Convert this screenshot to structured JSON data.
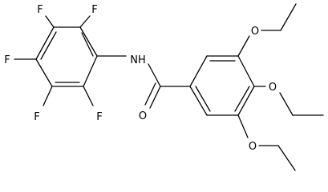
{
  "structure": {
    "labels": {
      "fluorine": "F",
      "nitrogen_h": "NH",
      "oxygen": "O"
    },
    "colors": {
      "bond": "#000000",
      "text": "#000000",
      "background": "#ffffff"
    }
  }
}
